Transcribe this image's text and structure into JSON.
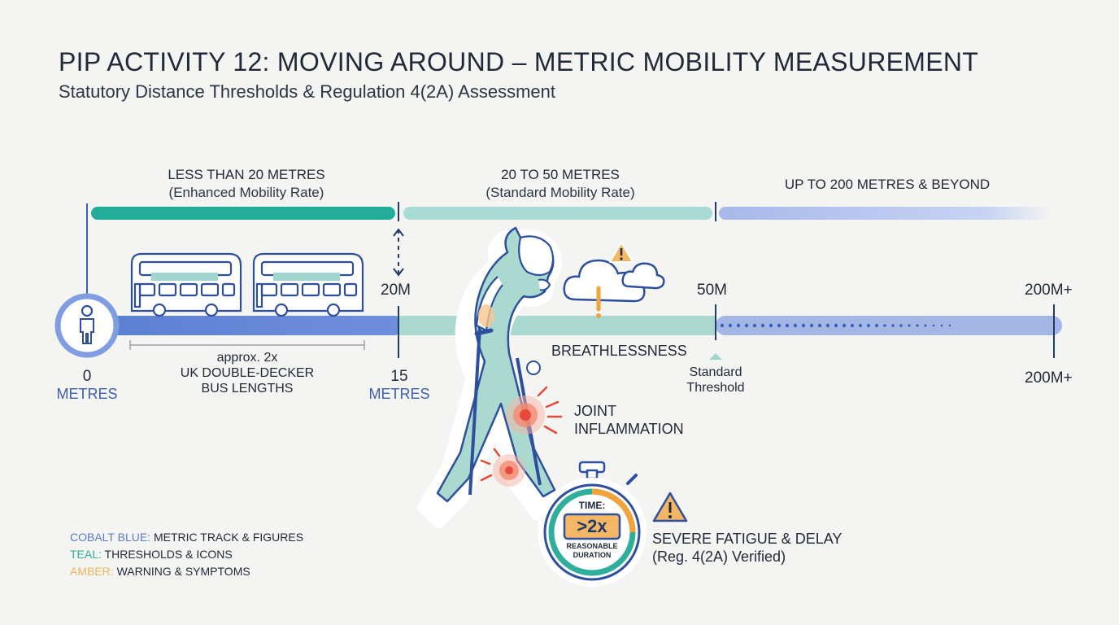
{
  "header": {
    "title": "PIP ACTIVITY 12: MOVING AROUND – METRIC MOBILITY MEASUREMENT",
    "subtitle": "Statutory Distance Thresholds & Regulation 4(2A) Assessment"
  },
  "bands": [
    {
      "label": "LESS THAN 20 METRES",
      "sub": "(Enhanced Mobility Rate)",
      "color": "#22ad9a"
    },
    {
      "label": "20 TO 50 METRES",
      "sub": "(Standard Mobility Rate)",
      "color": "#9fd6cf"
    },
    {
      "label": "UP TO 200 METRES & BEYOND",
      "sub": "",
      "color": "#a7b9ea"
    }
  ],
  "track": {
    "start_value": "0",
    "start_unit": "METRES",
    "marker_20": "20M",
    "marker_15": "15",
    "marker_15_unit": "METRES",
    "marker_50": "50M",
    "marker_200_top": "200M+",
    "marker_200_bottom": "200M+",
    "standard_threshold": [
      "Standard",
      "Threshold"
    ],
    "bus_note": [
      "approx. 2x",
      "UK DOUBLE-DECKER",
      "BUS LENGTHS"
    ]
  },
  "symptoms": {
    "breathlessness": "BREATHLESSNESS",
    "joint": [
      "JOINT",
      "INFLAMMATION"
    ],
    "fatigue": "SEVERE FATIGUE & DELAY",
    "fatigue_sub": "(Reg. 4(2A) Verified)"
  },
  "stopwatch": {
    "time_label": "TIME:",
    "value": ">2x",
    "caption": [
      "REASONABLE",
      "DURATION"
    ]
  },
  "legend": [
    {
      "key": "COBALT BLUE:",
      "text": " METRIC TRACK & FIGURES",
      "color": "#5a7cc8"
    },
    {
      "key": "TEAL:",
      "text": " THRESHOLDS & ICONS",
      "color": "#2fae9c"
    },
    {
      "key": "AMBER:",
      "text": " WARNING & SYMPTOMS",
      "color": "#f2b35a"
    }
  ],
  "colors": {
    "cobalt": "#5b7fd1",
    "teal": "#2fae9c",
    "amber": "#f2a33a",
    "red": "#e8493a"
  },
  "icons": [
    "person-icon",
    "double-decker-bus-icon",
    "walking-man-with-crutches-icon",
    "cloud-icon",
    "warning-icon",
    "stopwatch-icon",
    "pain-burst-icon"
  ]
}
